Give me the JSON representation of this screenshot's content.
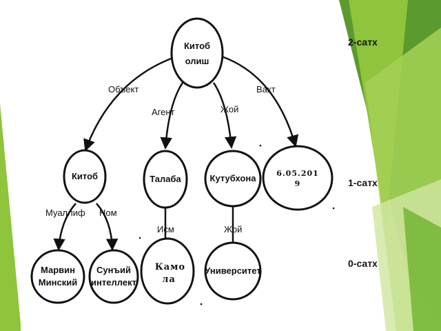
{
  "diagram": {
    "nodes": {
      "kitob_olish": [
        "Китоб",
        "олиш"
      ],
      "kitob": [
        "Китоб"
      ],
      "talaba": [
        "Талаба"
      ],
      "kutubxona": [
        "Кутубхона"
      ],
      "date": [
        "6.05.201",
        "9"
      ],
      "marvin": [
        "Марвин",
        "Минский"
      ],
      "intellekt": [
        "Сунъий",
        "интеллект"
      ],
      "kamola": [
        "Камо",
        "ла"
      ],
      "universitet": [
        "Университет"
      ]
    },
    "edges": {
      "obekt": "Объект",
      "agent": "Агент",
      "joy_top": "Жой",
      "vaqt": "Вакт",
      "muallif": "Муаллиф",
      "nom": "Ном",
      "ism": "Исм",
      "joy_bottom": "Жой"
    }
  },
  "levels": {
    "level2": "2-сатх",
    "level1": "1-сатх",
    "level0": "0-сатх"
  },
  "colors": {
    "accent_light": "#b5d96a",
    "accent_mid": "#8fc43c",
    "accent_dark": "#5b9a2e",
    "line": "#111111"
  }
}
